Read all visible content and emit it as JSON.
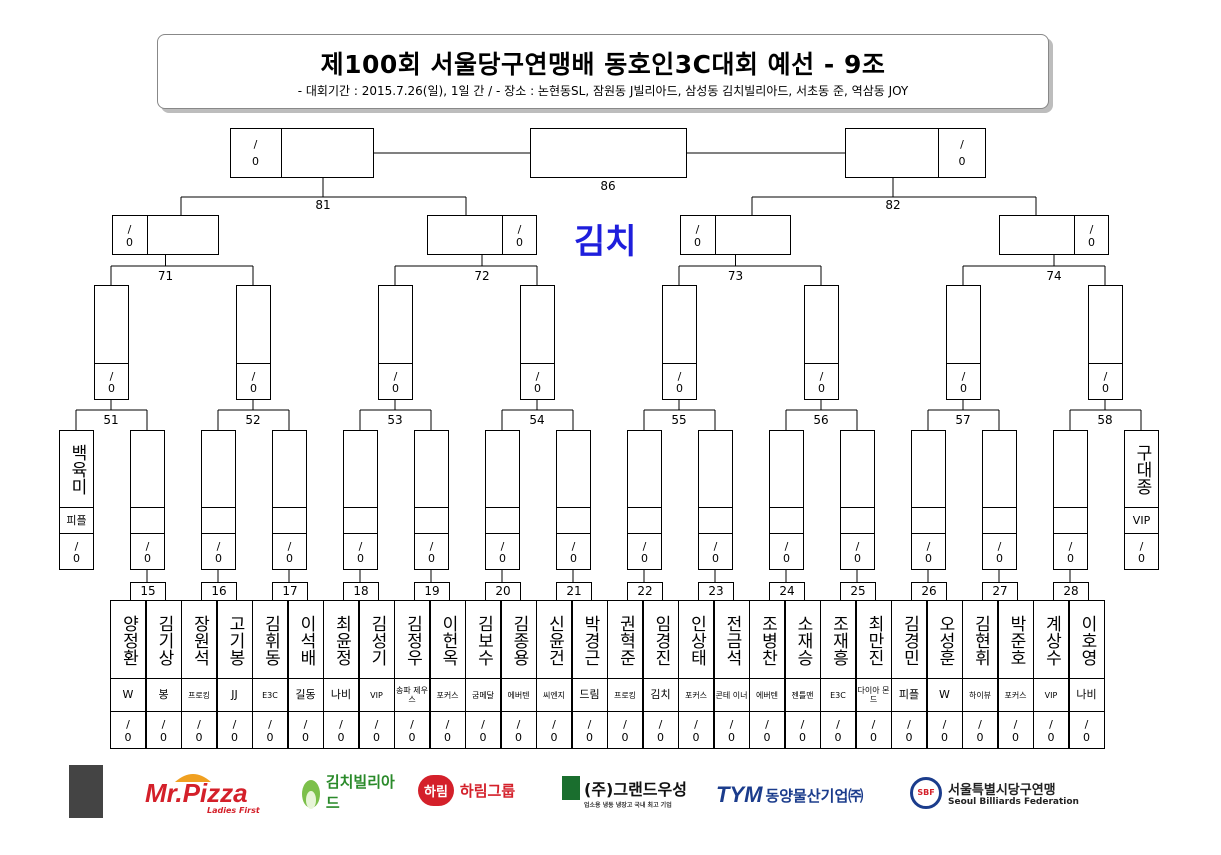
{
  "header": {
    "title": "제100회 서울당구연맹배 동호인3C대회 예선 - 9조",
    "subtitle": "- 대회기간 : 2015.7.26(일), 1일 간 / - 장소 : 논현동SL, 잠원동 J빌리아드, 삼성동 김치빌리아드, 서초동 준, 역삼동 JOY"
  },
  "venue_label": "김치",
  "score_placeholder": {
    "top": "/",
    "bottom": "0"
  },
  "final_matches": {
    "final": "86",
    "semis": [
      "81",
      "82"
    ]
  },
  "round3_matches": [
    "71",
    "72",
    "73",
    "74"
  ],
  "round2_matches": [
    "51",
    "52",
    "53",
    "54",
    "55",
    "56",
    "57",
    "58"
  ],
  "round1_matches": [
    "15",
    "16",
    "17",
    "18",
    "19",
    "20",
    "21",
    "22",
    "23",
    "24",
    "25",
    "26",
    "27",
    "28"
  ],
  "seeds": [
    {
      "name": "백육미",
      "club": "피플"
    },
    {
      "name": "구대종",
      "club": "VIP"
    }
  ],
  "players": [
    {
      "name": "양정환",
      "club": "W"
    },
    {
      "name": "김기상",
      "club": "봉"
    },
    {
      "name": "장원석",
      "club": "프로킹"
    },
    {
      "name": "고기봉",
      "club": "JJ"
    },
    {
      "name": "김휘동",
      "club": "E3C"
    },
    {
      "name": "이석배",
      "club": "길동"
    },
    {
      "name": "최윤정",
      "club": "나비"
    },
    {
      "name": "김성기",
      "club": "VIP"
    },
    {
      "name": "김정우",
      "club": "송파 제우스"
    },
    {
      "name": "이헌옥",
      "club": "포커스"
    },
    {
      "name": "김보수",
      "club": "굼메달"
    },
    {
      "name": "김종용",
      "club": "에버텐"
    },
    {
      "name": "신윤건",
      "club": "씨엔지"
    },
    {
      "name": "박경근",
      "club": "드림"
    },
    {
      "name": "권혁준",
      "club": "프로킹"
    },
    {
      "name": "임경진",
      "club": "김치"
    },
    {
      "name": "인상태",
      "club": "포커스"
    },
    {
      "name": "전금석",
      "club": "콘테 이너"
    },
    {
      "name": "조병찬",
      "club": "에버텐"
    },
    {
      "name": "소재승",
      "club": "젠틀맨"
    },
    {
      "name": "조재흥",
      "club": "E3C"
    },
    {
      "name": "최만진",
      "club": "다이아 몬드"
    },
    {
      "name": "김경민",
      "club": "피플"
    },
    {
      "name": "오성훈",
      "club": "W"
    },
    {
      "name": "김현휘",
      "club": "하이뷰"
    },
    {
      "name": "박준호",
      "club": "포커스"
    },
    {
      "name": "계상수",
      "club": "VIP"
    },
    {
      "name": "이호영",
      "club": "나비"
    }
  ],
  "sponsors": [
    {
      "name": "Mr.Pizza",
      "tagline": "Ladies First",
      "color": "#d4202a"
    },
    {
      "name": "김치빌리아드",
      "color": "#2a8a2a"
    },
    {
      "name": "하림그룹",
      "badge": "하림",
      "color": "#d4202a"
    },
    {
      "name": "(주)그랜드우성",
      "tagline": "업소용 냉동 냉장고 국내 최고 기업",
      "color": "#1a6e2e"
    },
    {
      "name": "동양물산기업㈜",
      "badge": "TYM",
      "color": "#1b3c8c"
    },
    {
      "name": "서울특별시당구연맹",
      "tagline": "Seoul Billiards Federation",
      "badge": "SBF",
      "color": "#333333"
    }
  ]
}
